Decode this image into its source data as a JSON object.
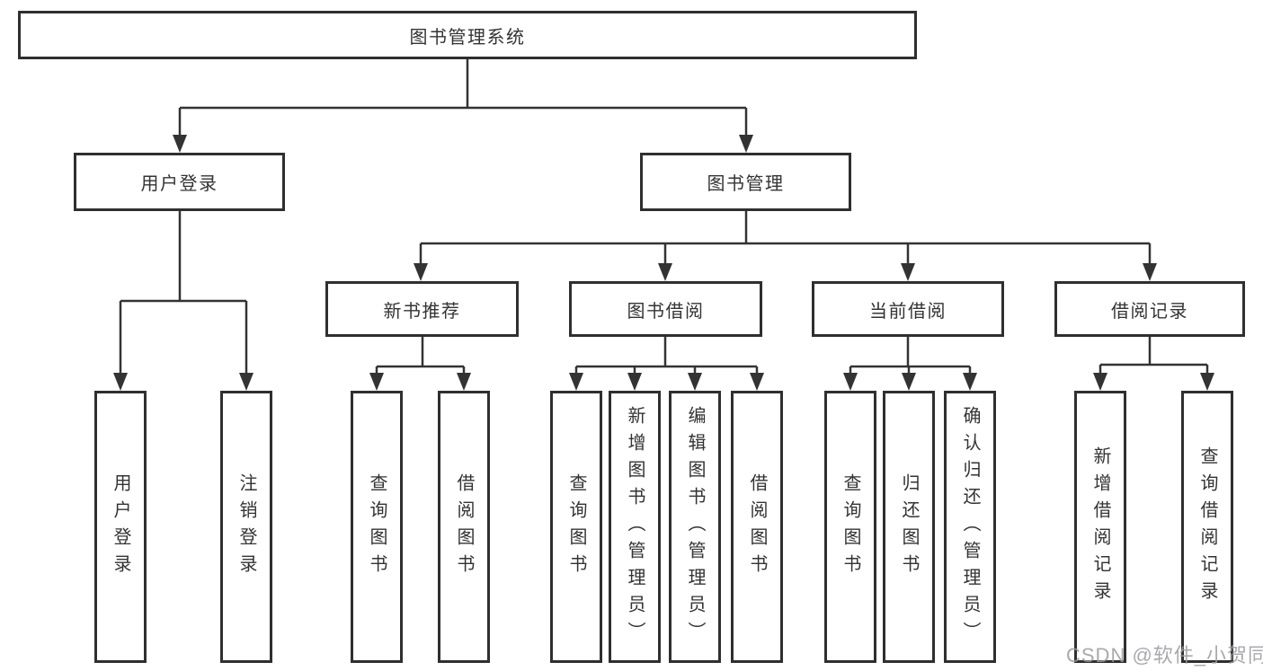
{
  "diagram": {
    "root": "图书管理系统",
    "level2": [
      "用户登录",
      "图书管理"
    ],
    "level3": [
      "新书推荐",
      "图书借阅",
      "当前借阅",
      "借阅记录"
    ],
    "user_login_children": [
      "用户登录",
      "注销登录"
    ],
    "new_book_children": [
      "查询图书",
      "借阅图书"
    ],
    "book_borrow_children": [
      "查询图书",
      "新增图书（管理员）",
      "编辑图书（管理员）",
      "借阅图书"
    ],
    "current_borrow_children": [
      "查询图书",
      "归还图书",
      "确认归还（管理员）"
    ],
    "borrow_record_children": [
      "新增借阅记录",
      "查询借阅记录"
    ]
  },
  "watermark": "CSDN @软件_小贺同学",
  "colors": {
    "line": "#333333",
    "box_border": "#2f2f2f",
    "text": "#333333",
    "watermark": "#9a9aa2",
    "background": "#ffffff"
  }
}
